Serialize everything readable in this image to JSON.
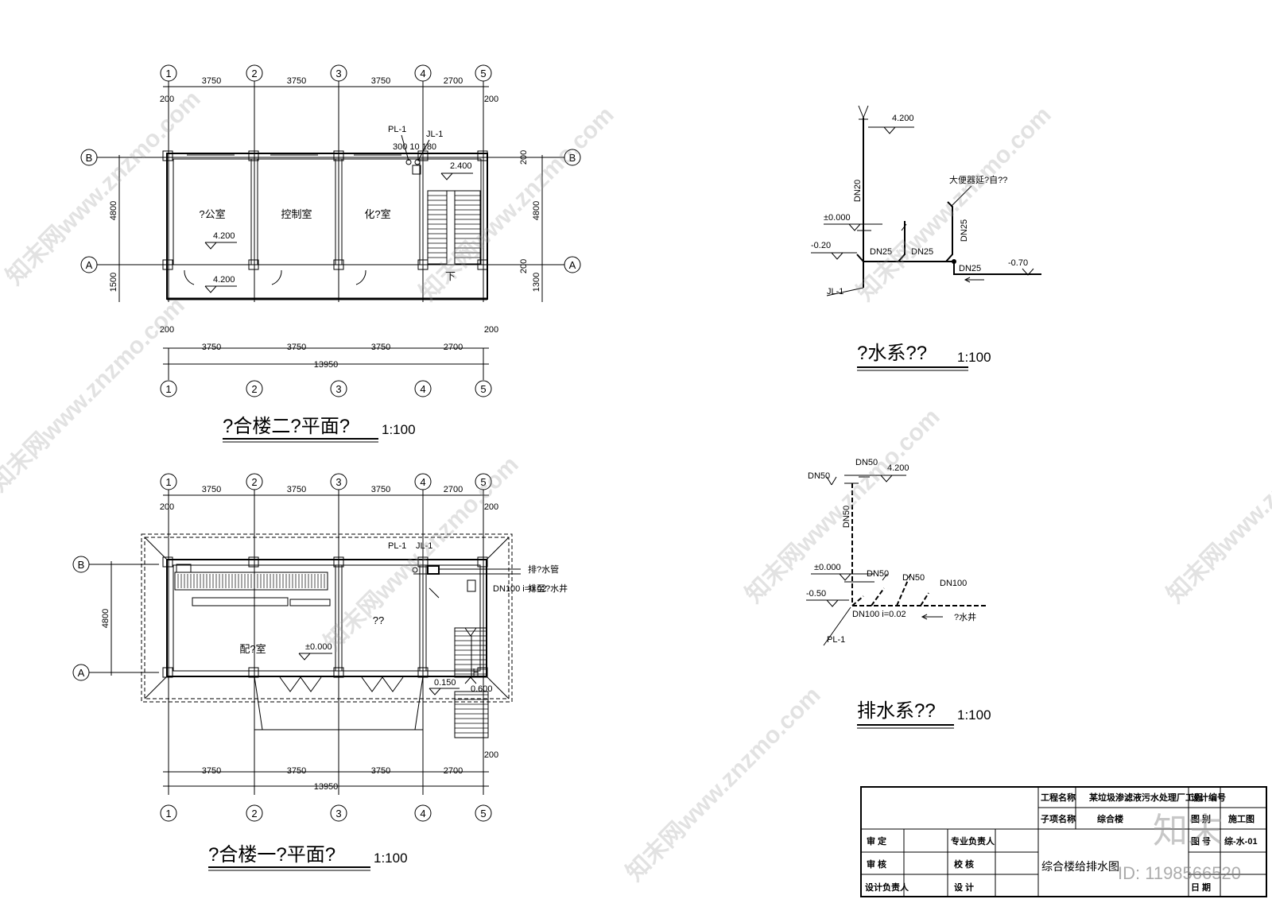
{
  "axes": {
    "numbers": [
      "1",
      "2",
      "3",
      "4",
      "5"
    ],
    "letters": [
      "B",
      "A"
    ]
  },
  "dims": {
    "bay1": "3750",
    "bay2": "3750",
    "bay3": "3750",
    "bay4": "2700",
    "total": "13950",
    "edge": "200",
    "depth": "4800",
    "corridor_left": "1500",
    "corridor_right": "1300",
    "right_200": "200"
  },
  "plan2": {
    "title": "?合楼二?平面?",
    "scale": "1:100",
    "rooms": [
      "?公室",
      "控制室",
      "化?室"
    ],
    "elev_room": "4.200",
    "elev_corridor": "4.200",
    "elev_stair": "2.400",
    "pl": "PL-1",
    "jl": "JL-1",
    "pipe_dims": "300 10  180",
    "down": "下"
  },
  "plan1": {
    "title": "?合楼一?平面?",
    "scale": "1:100",
    "rooms": [
      "配?室",
      "??"
    ],
    "elev_room": "±0.000",
    "elev_porch": "0.150",
    "elev_stair": "0.600",
    "pl": "PL-1",
    "jl": "JL-1",
    "pipe": "DN100 i=0.02",
    "note1": "排?水管",
    "note2": "排至?水井",
    "up": "上"
  },
  "supply": {
    "title": "?水系??",
    "scale": "1:100",
    "elev_top": "4.200",
    "elev_zero": "±0.000",
    "elev_m020": "-0.20",
    "elev_m070": "-0.70",
    "dn20": "DN20",
    "dn25a": "DN25",
    "dn25b": "DN25",
    "dn25c": "DN25",
    "dn25d": "DN25",
    "label": "JL-1",
    "note": "大便器延?自??"
  },
  "drain": {
    "title": "排水系??",
    "scale": "1:100",
    "elev_top": "4.200",
    "elev_zero": "±0.000",
    "elev_m050": "-0.50",
    "dn50a": "DN50",
    "dn50b": "DN50",
    "dn50c": "DN50",
    "dn50d": "DN50",
    "dn50e": "DN50",
    "dn100": "DN100",
    "pipe": "DN100 i=0.02",
    "note": "?水井",
    "label": "PL-1"
  },
  "titleblock": {
    "proj_label": "工程名称",
    "proj_value": "某垃圾渗滤液污水处理厂工程",
    "design_no": "设计编号",
    "sub_label": "子项名称",
    "sub_value": "综合楼",
    "stage_label": "图 别",
    "stage_value": "施工图",
    "dwg_label": "图 号",
    "dwg_value": "综-水-01",
    "date_label": "日 期",
    "approve": "审 定",
    "review": "审 核",
    "design_lead": "设计负责人",
    "spec_lead": "专业负责人",
    "check": "校 核",
    "designer": "设 计",
    "drawing_name": "综合楼给排水图"
  },
  "watermark": {
    "site": "知末网www.znzmo.com",
    "brand": "知末",
    "id": "ID: 1198566520"
  }
}
